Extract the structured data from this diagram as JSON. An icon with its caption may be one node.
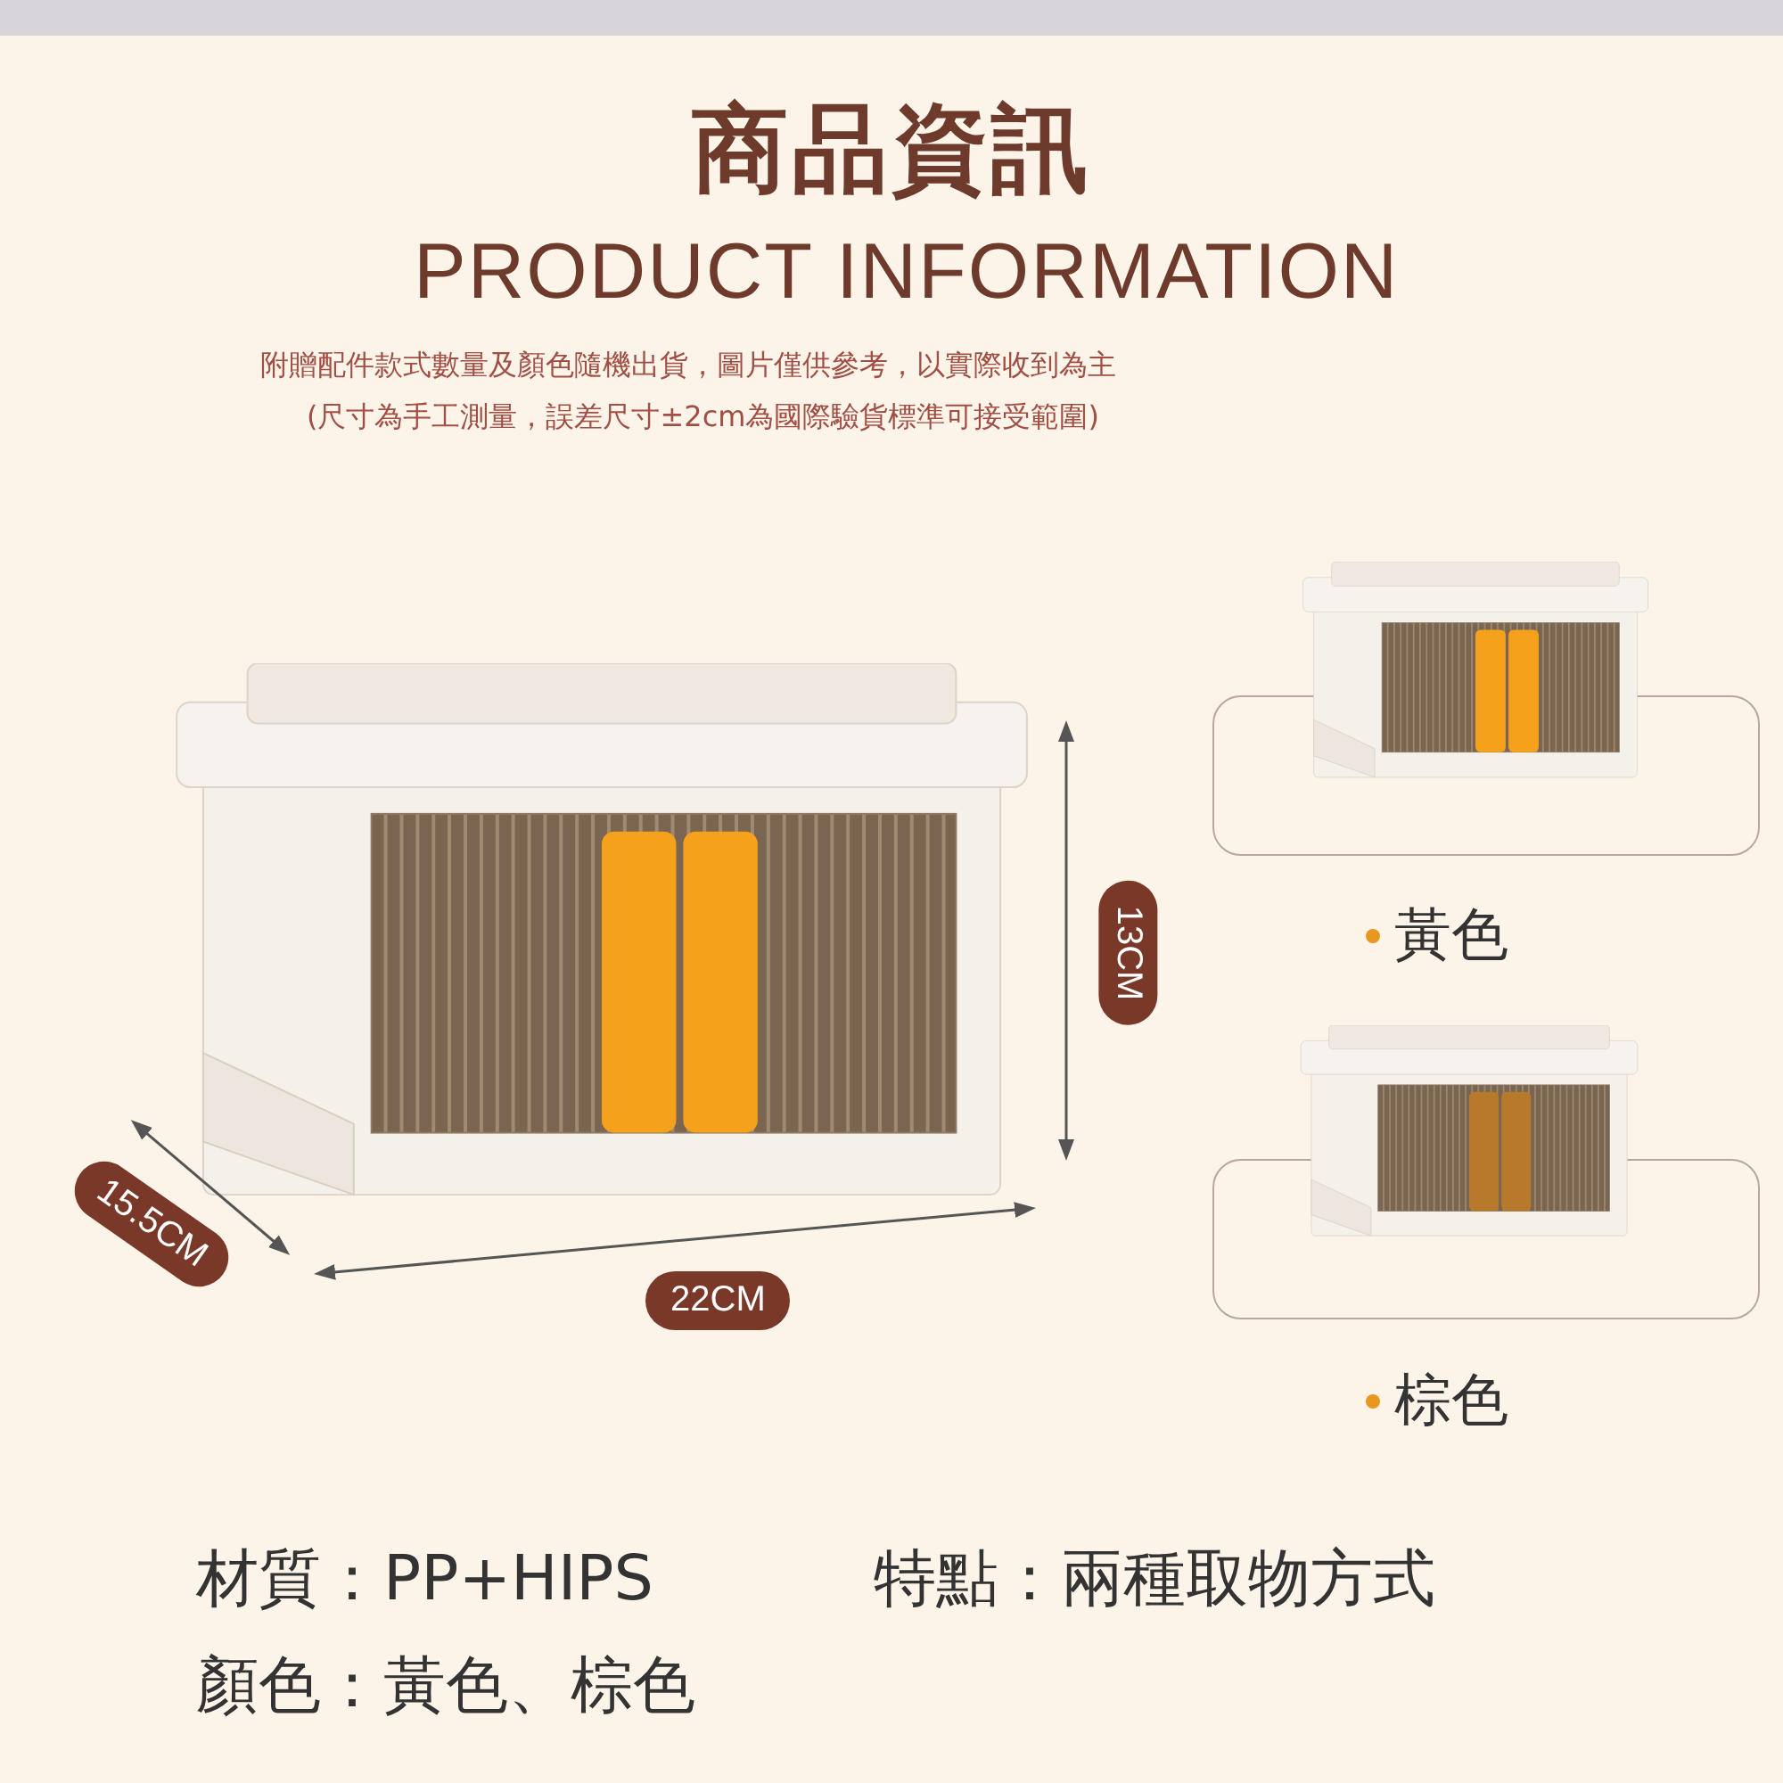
{
  "diagram": {
    "title": "商品資訊",
    "labels": [
      "PRODUCT INFORMATION",
      "附贈配件款式數量及顏色隨機出貨，圖片僅供參考，以實際收到為主",
      "(尺寸為手工測量，誤差尺寸±2cm為國際驗貨標準可接受範圍)",
      "13CM",
      "15.5CM",
      "22CM",
      "黃色",
      "棕色",
      "材質：PP+HIPS",
      "特點：兩種取物方式",
      "顏色：黃色、棕色"
    ]
  }
}
